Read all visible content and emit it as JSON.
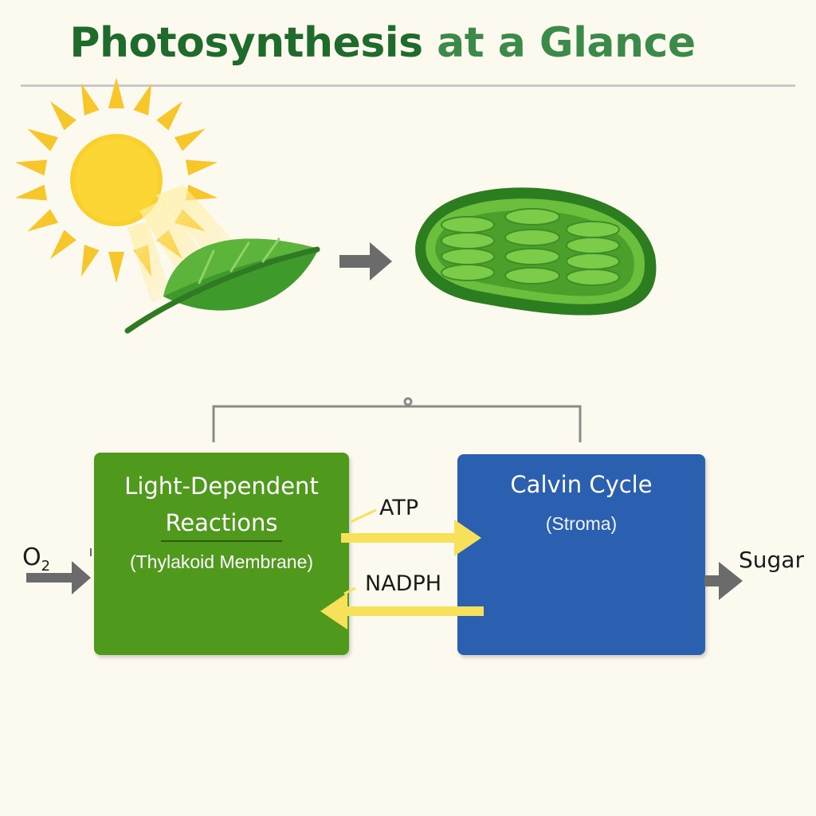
{
  "title": {
    "part1": "Photosynthesis",
    "part2": " at a Glance",
    "color1": "#1e6b2c",
    "color2": "#3b8a4a"
  },
  "icons": [
    "sun-icon",
    "leaf-icon",
    "chloroplast-icon",
    "arrow-right-icon",
    "arrow-left-icon"
  ],
  "light_reactions": {
    "line1": "Light-Dependent",
    "line2": "Reactions",
    "subtitle": "(Thylakoid Membrane)",
    "color": "#4f9a1d"
  },
  "calvin_cycle": {
    "title": "Calvin Cycle",
    "subtitle": "(Stroma)",
    "color": "#2b5faf"
  },
  "flows": {
    "atp": "ATP",
    "nadph": "NADPH",
    "input": "O",
    "input_subscript": "2",
    "output": "Sugar",
    "arrow_color": "#f7e05a"
  }
}
